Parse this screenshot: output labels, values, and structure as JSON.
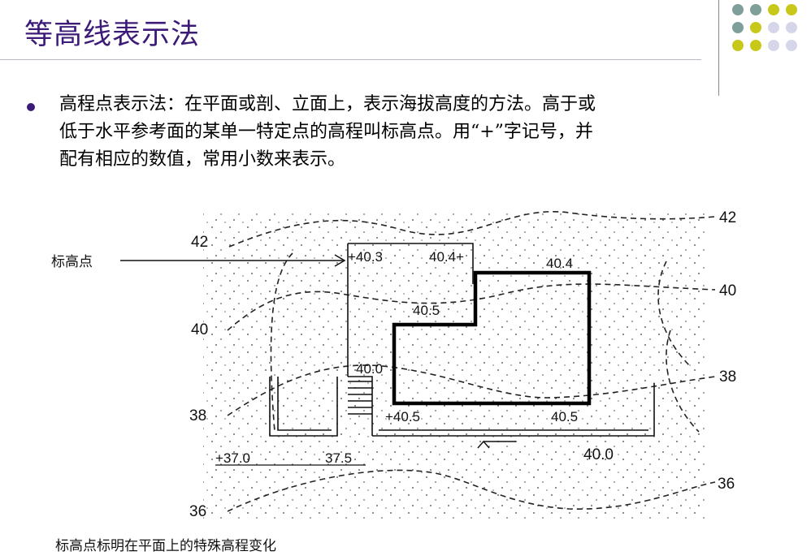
{
  "slide": {
    "title": "等高线表示法",
    "bullet": {
      "lines": [
        "高程点表示法：在平面或剖、立面上，表示海拔高度的方法。高于或",
        "低于水平参考面的某单一特定点的高程叫标高点。用“+”字记号，并",
        "配有相应的数值，常用小数来表示。"
      ]
    },
    "colors": {
      "title": "#3b1a78",
      "bullet": "#3b1a78",
      "dot_teal": "#7f9f9a",
      "dot_yellow": "#c8c81a",
      "dot_lavender": "#d6d6ea"
    }
  },
  "figure": {
    "arrow_label": "标高点",
    "caption": "标高点标明在平面上的特殊高程变化",
    "contours_left": [
      "42",
      "40",
      "38",
      "36"
    ],
    "contours_right": [
      "42",
      "40",
      "38",
      "36"
    ],
    "spot_elevations": {
      "top_left": "+40.3",
      "top_mid": "40.4+",
      "top_right": "40.4",
      "mid": "40.5",
      "step": "40.0",
      "bottom_left": "+40.5",
      "bottom_right": "40.5",
      "ground_left": "+37.0",
      "ground_mid": "37.5",
      "ground_right": "40.0"
    }
  }
}
